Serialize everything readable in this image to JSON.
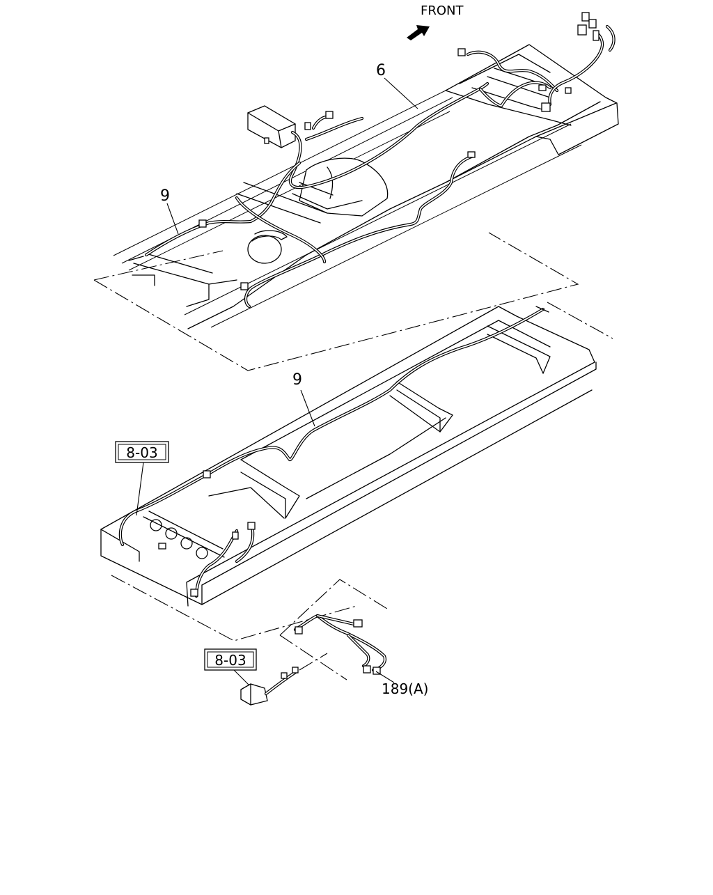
{
  "front_label": "FRONT",
  "callouts": {
    "wiring_front": "6",
    "wiring_side_upper": "9",
    "wiring_side_lower": "9",
    "harness_rear": "189(A)"
  },
  "refs": {
    "ref_rear_frame": "8-03",
    "ref_lamp": "8-03"
  }
}
